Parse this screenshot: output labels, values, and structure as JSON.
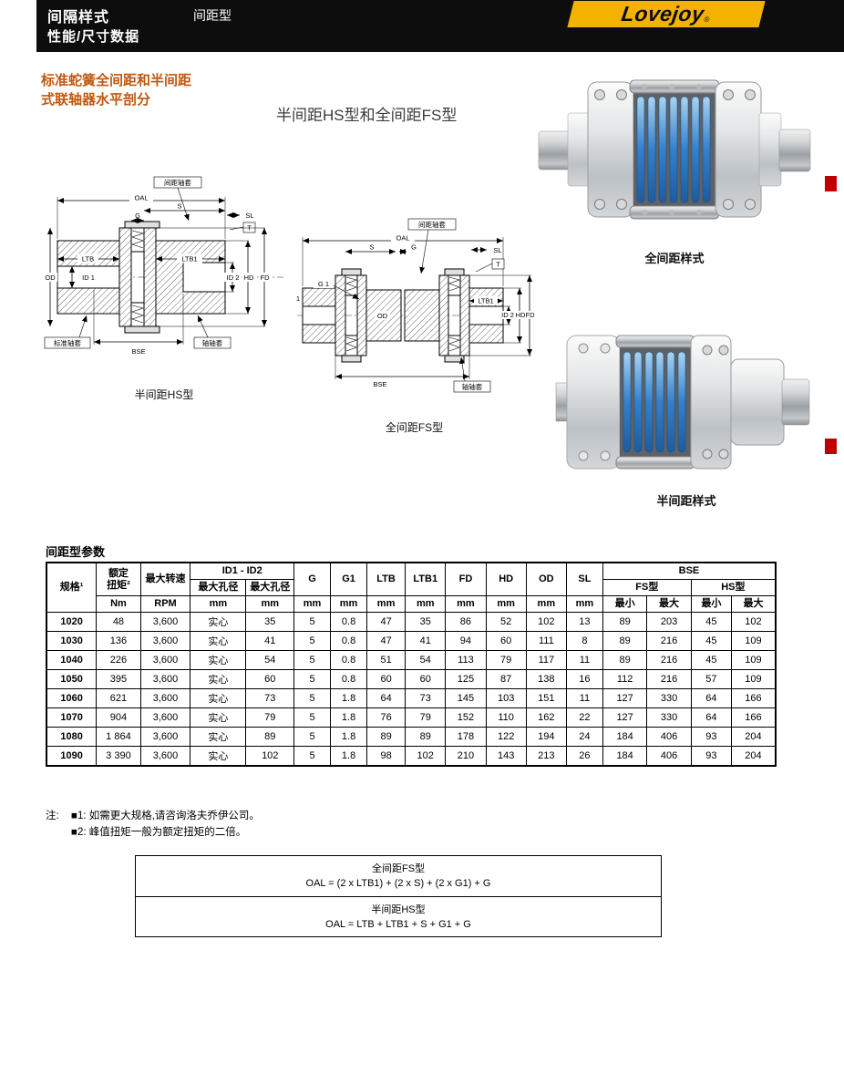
{
  "header": {
    "title": "间隔样式",
    "category": "间距型",
    "subtitle": "性能/尺寸数据",
    "logo": "Lovejoy",
    "logo_reg": "®"
  },
  "intro": {
    "heading1": "标准蛇簧全间距和半间距",
    "heading2": "式联轴器水平剖分",
    "types_line": "半间距HS型和全间距FS型"
  },
  "photos": {
    "full_caption": "全间距样式",
    "half_caption": "半间距样式"
  },
  "diagram_left": {
    "caption": "半间距HS型",
    "labels": {
      "spacer_hub": "间距轴套",
      "oal": "OAL",
      "s": "S",
      "g": "G",
      "sl": "SL",
      "t": "T",
      "od": "OD",
      "id1": "ID 1",
      "ltb": "LTB",
      "ltb1": "LTB1",
      "id2": "ID 2",
      "hd": "HD",
      "fd": "FD",
      "standard_hub": "标准轴套",
      "bse": "BSE",
      "shaft_hub": "轴轴套"
    }
  },
  "diagram_right": {
    "caption": "全间距FS型",
    "labels": {
      "spacer_hub": "间距轴套",
      "oal": "OAL",
      "s": "S",
      "g": "G",
      "sl": "SL",
      "t": "T",
      "one": "1",
      "g1": "G 1",
      "ltb1": "LTB1",
      "id2": "ID 2",
      "hd": "HD",
      "fd": "FD",
      "od": "OD",
      "bse": "BSE",
      "shaft_hub": "轴轴套"
    }
  },
  "table": {
    "title": "间距型参数",
    "header": {
      "size": "规格¹",
      "torque_l1": "额定",
      "torque_l2": "扭矩²",
      "speed": "最大转速",
      "id_group": "ID1 - ID2",
      "bore1": "最大孔径",
      "bore2": "最大孔径",
      "g": "G",
      "g1": "G1",
      "ltb": "LTB",
      "ltb1": "LTB1",
      "fd": "FD",
      "hd": "HD",
      "od": "OD",
      "sl": "SL",
      "bse_group": "BSE",
      "fs": "FS型",
      "hs": "HS型",
      "units": {
        "torque": "Nm",
        "speed": "RPM",
        "mm": "mm",
        "min": "最小",
        "max": "最大"
      }
    },
    "rows": [
      [
        "1020",
        "48",
        "3,600",
        "实心",
        "35",
        "5",
        "0.8",
        "47",
        "35",
        "86",
        "52",
        "102",
        "13",
        "89",
        "203",
        "45",
        "102"
      ],
      [
        "1030",
        "136",
        "3,600",
        "实心",
        "41",
        "5",
        "0.8",
        "47",
        "41",
        "94",
        "60",
        "111",
        "8",
        "89",
        "216",
        "45",
        "109"
      ],
      [
        "1040",
        "226",
        "3,600",
        "实心",
        "54",
        "5",
        "0.8",
        "51",
        "54",
        "113",
        "79",
        "117",
        "11",
        "89",
        "216",
        "45",
        "109"
      ],
      [
        "1050",
        "395",
        "3,600",
        "实心",
        "60",
        "5",
        "0.8",
        "60",
        "60",
        "125",
        "87",
        "138",
        "16",
        "112",
        "216",
        "57",
        "109"
      ],
      [
        "1060",
        "621",
        "3,600",
        "实心",
        "73",
        "5",
        "1.8",
        "64",
        "73",
        "145",
        "103",
        "151",
        "11",
        "127",
        "330",
        "64",
        "166"
      ],
      [
        "1070",
        "904",
        "3,600",
        "实心",
        "79",
        "5",
        "1.8",
        "76",
        "79",
        "152",
        "110",
        "162",
        "22",
        "127",
        "330",
        "64",
        "166"
      ],
      [
        "1080",
        "1 864",
        "3,600",
        "实心",
        "89",
        "5",
        "1.8",
        "89",
        "89",
        "178",
        "122",
        "194",
        "24",
        "184",
        "406",
        "93",
        "204"
      ],
      [
        "1090",
        "3 390",
        "3,600",
        "实心",
        "102",
        "5",
        "1.8",
        "98",
        "102",
        "210",
        "143",
        "213",
        "26",
        "184",
        "406",
        "93",
        "204"
      ]
    ]
  },
  "notes": {
    "prefix": "注:",
    "item1": "■1: 如需更大规格,请咨询洛夫乔伊公司。",
    "item2": "■2: 峰值扭矩一般为额定扭矩的二倍。"
  },
  "formulas": {
    "fs_title": "全间距FS型",
    "fs_formula": "OAL = (2 x LTB1) + (2 x S) + (2 x G1) + G",
    "hs_title": "半间距HS型",
    "hs_formula": "OAL = LTB + LTB1 + S + G1 + G"
  },
  "colors": {
    "logo_yellow": "#F3B200",
    "heading_orange": "#C1570F",
    "marker_red": "#C00000",
    "spring_blue": "#3480CD"
  }
}
